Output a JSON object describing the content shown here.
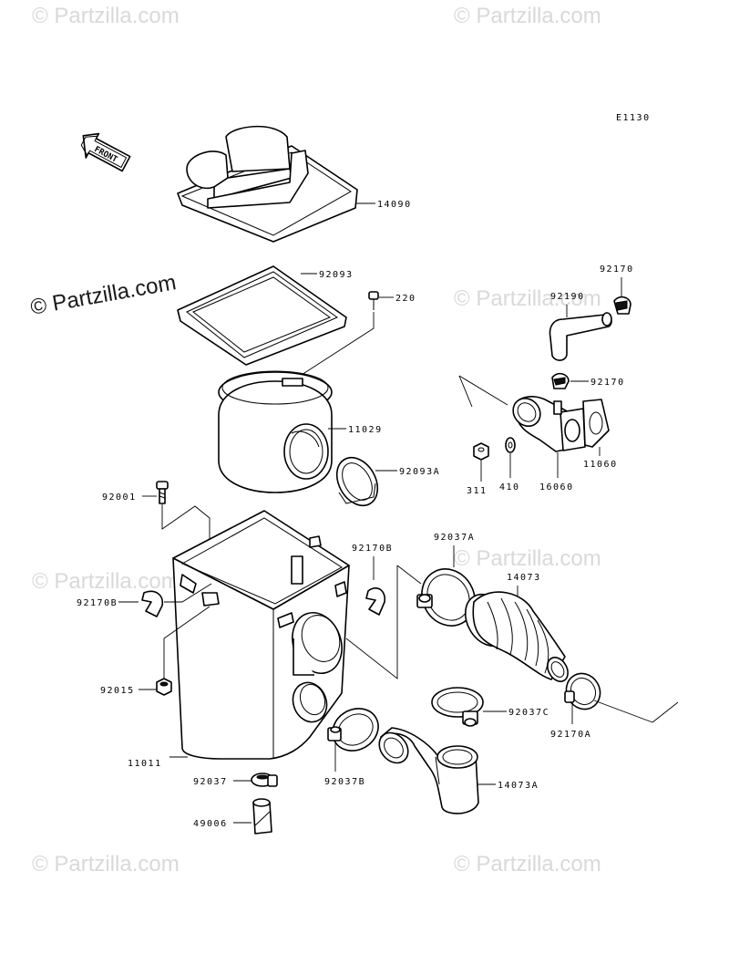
{
  "watermark": {
    "text": "© Partzilla.com",
    "main": "© Partzilla.com"
  },
  "diagram_code": "E1130",
  "front_arrow": "FRONT",
  "labels": {
    "p14090": "14090",
    "p92093": "92093",
    "p220": "220",
    "p11029": "11029",
    "p92093A": "92093A",
    "p92001": "92001",
    "p92170B_r": "92170B",
    "p92170B_l": "92170B",
    "p92015": "92015",
    "p11011": "11011",
    "p92037": "92037",
    "p49006": "49006",
    "p92037A": "92037A",
    "p14073": "14073",
    "p92037C": "92037C",
    "p92170A": "92170A",
    "p92037B": "92037B",
    "p14073A": "14073A",
    "p92170_top": "92170",
    "p92190": "92190",
    "p92170_mid": "92170",
    "p11060": "11060",
    "p311": "311",
    "p410": "410",
    "p16060": "16060"
  }
}
